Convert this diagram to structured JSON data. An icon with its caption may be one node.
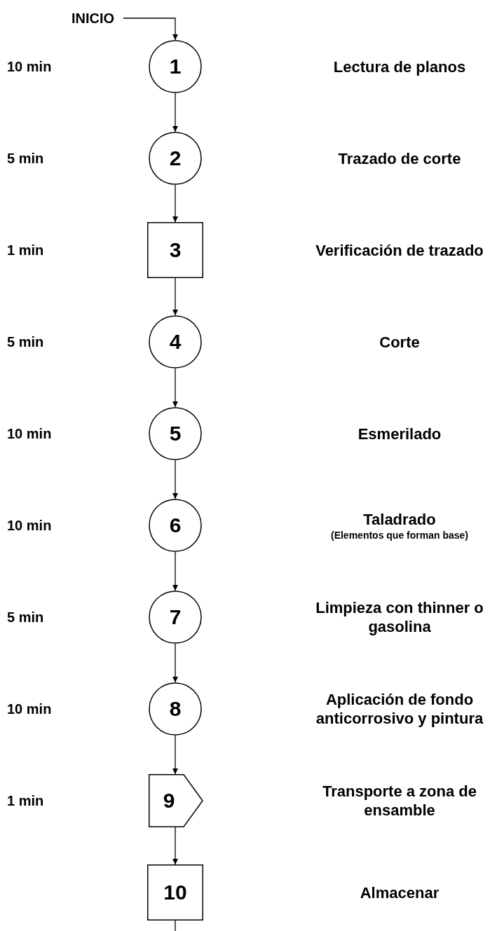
{
  "diagram": {
    "nodes": [
      {
        "text": [
          "INICIO"
        ]
      },
      {
        "text": [
          "1"
        ]
      },
      {
        "text": [
          "2"
        ]
      },
      {
        "text": [
          "3"
        ]
      },
      {
        "text": [
          "4"
        ]
      },
      {
        "text": [
          "5"
        ]
      },
      {
        "text": [
          "6"
        ]
      },
      {
        "text": [
          "7"
        ]
      },
      {
        "text": [
          "8"
        ]
      },
      {
        "text": [
          "9"
        ]
      },
      {
        "text": [
          "10"
        ]
      }
    ],
    "edges": [
      {
        "from": 0,
        "to": 1,
        "arrow": "to"
      },
      {
        "from": 1,
        "to": 2,
        "arrow": "to"
      },
      {
        "from": 2,
        "to": 3,
        "arrow": "to"
      },
      {
        "from": 3,
        "to": 4,
        "arrow": "to"
      },
      {
        "from": 4,
        "to": 5,
        "arrow": "to"
      },
      {
        "from": 5,
        "to": 6,
        "arrow": "to"
      },
      {
        "from": 6,
        "to": 7,
        "arrow": "to"
      },
      {
        "from": 7,
        "to": 8,
        "arrow": "to"
      },
      {
        "from": 8,
        "to": 9,
        "arrow": "to"
      },
      {
        "from": 9,
        "to": 10,
        "arrow": "to"
      },
      {
        "from": 10,
        "to": null,
        "arrow": "none"
      }
    ],
    "labels": [
      "10 min",
      "Lectura de planos",
      "5 min",
      "Trazado de corte",
      "1 min",
      "Verificación de trazado",
      "5 min",
      "Corte",
      "10 min",
      "Esmerilado",
      "Taladrado",
      "10 min",
      "(Elementos que forman base)",
      "5 min",
      "Limpieza con thinner o gasolina",
      "Aplicación de fondo anticorrosivo y pintura",
      "10 min",
      "1 min",
      "Transporte a zona de ensamble",
      "Almacenar"
    ]
  }
}
